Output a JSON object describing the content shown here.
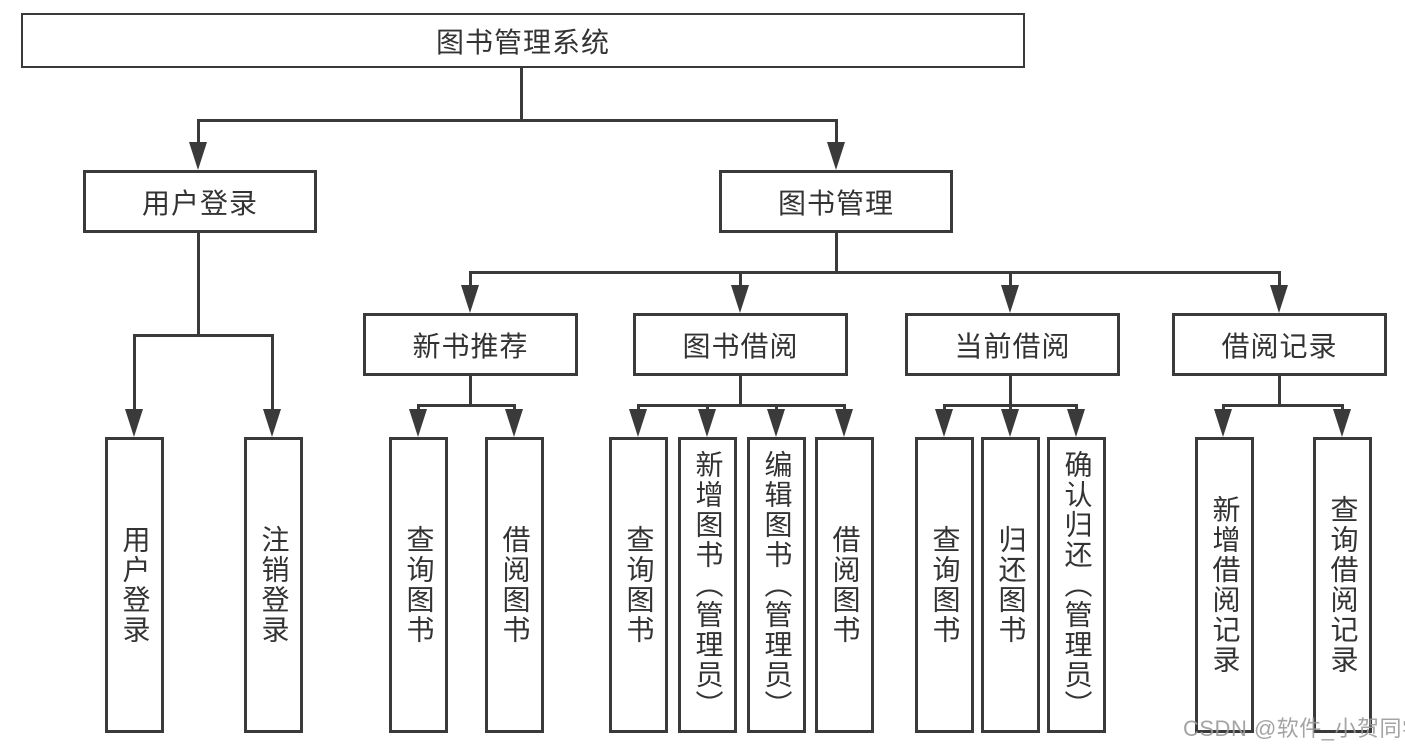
{
  "title": {
    "label": "图书管理系统"
  },
  "level2": [
    {
      "label": "用户登录"
    },
    {
      "label": "图书管理"
    }
  ],
  "level3": [
    {
      "label": "新书推荐"
    },
    {
      "label": "图书借阅"
    },
    {
      "label": "当前借阅"
    },
    {
      "label": "借阅记录"
    }
  ],
  "leaves": [
    {
      "label": "用户登录"
    },
    {
      "label": "注销登录"
    },
    {
      "label": "查询图书"
    },
    {
      "label": "借阅图书"
    },
    {
      "label": "查询图书"
    },
    {
      "label": "新增图书（管理员）"
    },
    {
      "label": "编辑图书（管理员）"
    },
    {
      "label": "借阅图书"
    },
    {
      "label": "查询图书"
    },
    {
      "label": "归还图书"
    },
    {
      "label": "确认归还（管理员）"
    },
    {
      "label": "新增借阅记录"
    },
    {
      "label": "查询借阅记录"
    }
  ],
  "watermark": {
    "text": "CSDN @软件_小贺同学"
  },
  "colors": {
    "line": "#3a3a3a",
    "border": "#3a3a3a",
    "text": "#333333",
    "background": "#ffffff",
    "watermark": "#9b9b9b"
  }
}
